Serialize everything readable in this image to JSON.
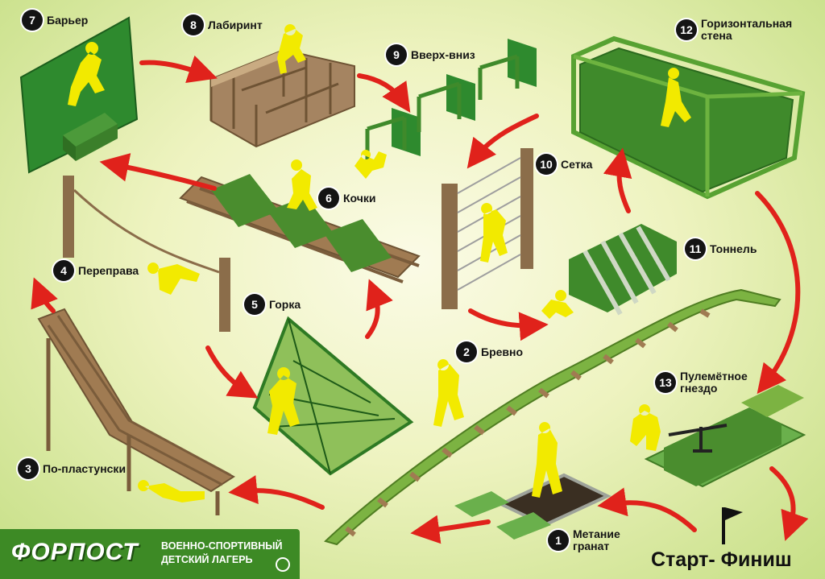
{
  "stations": [
    {
      "num": "1",
      "name": "Метание\nгранат"
    },
    {
      "num": "2",
      "name": "Бревно"
    },
    {
      "num": "3",
      "name": "По-пластунски"
    },
    {
      "num": "4",
      "name": "Переправа"
    },
    {
      "num": "5",
      "name": "Горка"
    },
    {
      "num": "6",
      "name": "Кочки"
    },
    {
      "num": "7",
      "name": "Барьер"
    },
    {
      "num": "8",
      "name": "Лабиринт"
    },
    {
      "num": "9",
      "name": "Вверх-вниз"
    },
    {
      "num": "10",
      "name": "Сетка"
    },
    {
      "num": "11",
      "name": "Тоннель"
    },
    {
      "num": "12",
      "name": "Горизонтальная\nстена"
    },
    {
      "num": "13",
      "name": "Пулемётное\nгнездо"
    }
  ],
  "start_finish": "Старт- Финиш",
  "brand": {
    "logo": "ФОРПОСТ",
    "line1": "ВОЕННО-СПОРТИВНЫЙ",
    "line2": "ДЕТСКИЙ ЛАГЕРЬ"
  },
  "colors": {
    "arrow": "#e0221b",
    "green_dark": "#3f8a2b",
    "green_light": "#7cb342",
    "wood": "#8b6d4a",
    "figure": "#f2ea00",
    "brand_bg": "#3d8a25"
  }
}
